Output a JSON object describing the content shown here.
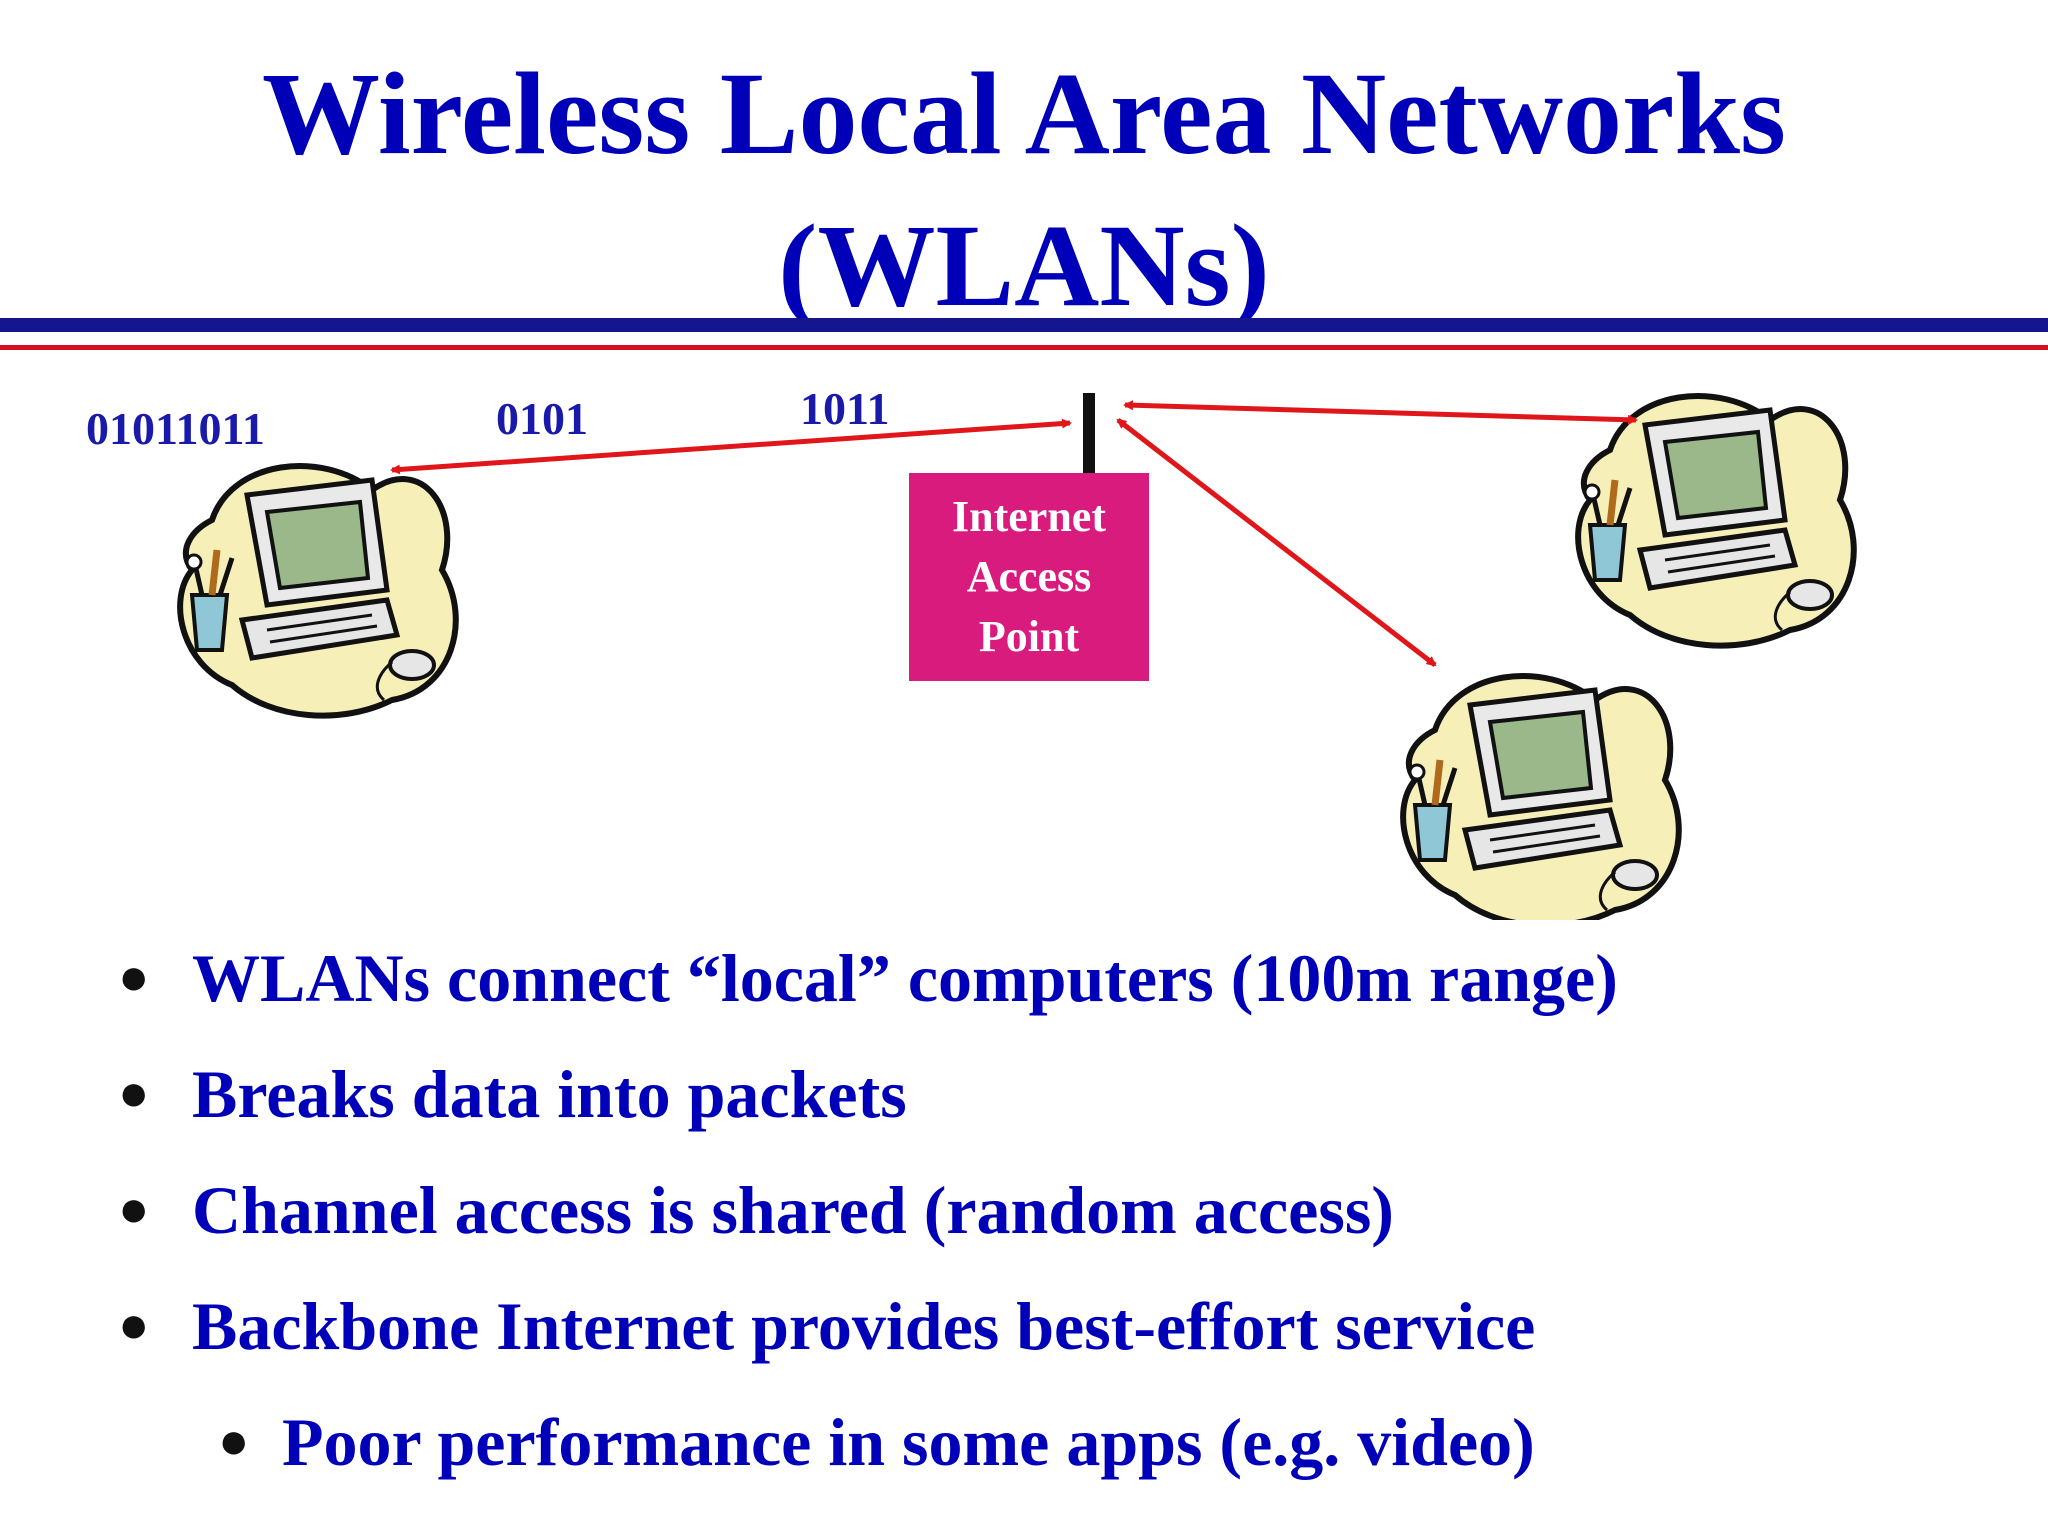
{
  "title": {
    "line1": "Wireless Local Area Networks",
    "line2": "(WLANs)"
  },
  "diagram": {
    "bit_labels": {
      "full_stream": "01011011",
      "packet_1": "0101",
      "packet_2": "1011"
    },
    "access_point": {
      "line1": "Internet",
      "line2": "Access",
      "line3": "Point"
    },
    "colors": {
      "arrow": "#e0161a",
      "access_point_box": "#d81b7d",
      "antenna": "#111111",
      "blob": "#f6f0b8",
      "screen": "#9ab88a"
    },
    "icons": [
      "computer-clipart-icon",
      "computer-clipart-icon",
      "computer-clipart-icon"
    ]
  },
  "bullets": [
    {
      "level": 1,
      "text": "WLANs connect “local” computers (100m range)"
    },
    {
      "level": 1,
      "text": "Breaks data into packets"
    },
    {
      "level": 1,
      "text": "Channel access is shared (random access)"
    },
    {
      "level": 1,
      "text": "Backbone Internet provides best-effort service"
    },
    {
      "level": 2,
      "text": "Poor performance in some apps (e.g. video)"
    }
  ],
  "bullet_glyph": "●",
  "colors": {
    "title": "#0000b8",
    "rule_blue": "#15168f",
    "rule_red": "#d41020"
  }
}
